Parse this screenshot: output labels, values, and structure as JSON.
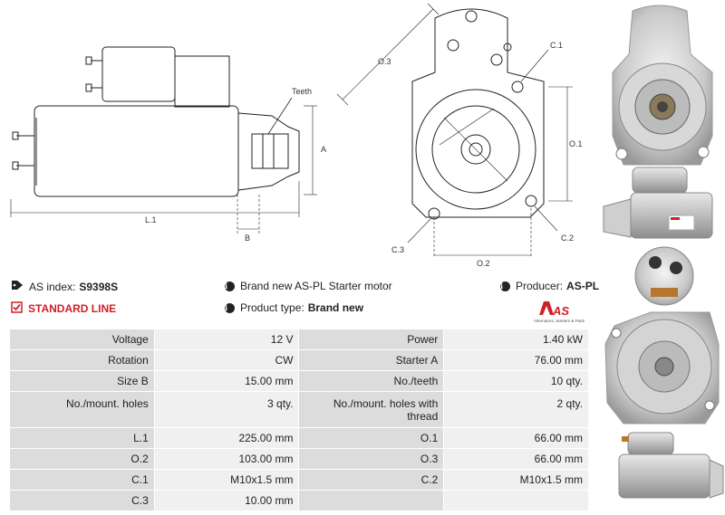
{
  "drawing": {
    "labels": {
      "teeth": "Teeth",
      "a": "A",
      "l1": "L.1",
      "b": "B",
      "o3": "O.3",
      "c1": "C.1",
      "o1": "O.1",
      "c3": "C.3",
      "c2": "C.2",
      "o2": "O.2"
    }
  },
  "info": {
    "as_index_label": "AS index:",
    "as_index_value": "S9398S",
    "standard_line": "STANDARD LINE",
    "description": "Brand new AS-PL Starter motor",
    "product_type_label": "Product type:",
    "product_type_value": "Brand new",
    "producer_label": "Producer:",
    "producer_value": "AS-PL",
    "logo_text": "AS",
    "logo_tagline": "Alternators, Starters & Parts"
  },
  "specs": [
    [
      "Voltage",
      "12 V",
      "Power",
      "1.40 kW"
    ],
    [
      "Rotation",
      "CW",
      "Starter A",
      "76.00 mm"
    ],
    [
      "Size B",
      "15.00 mm",
      "No./teeth",
      "10 qty."
    ],
    [
      "No./mount. holes",
      "3 qty.",
      "No./mount. holes with thread",
      "2 qty."
    ],
    [
      "L.1",
      "225.00 mm",
      "O.1",
      "66.00 mm"
    ],
    [
      "O.2",
      "103.00 mm",
      "O.3",
      "66.00 mm"
    ],
    [
      "C.1",
      "M10x1.5 mm",
      "C.2",
      "M10x1.5 mm"
    ],
    [
      "C.3",
      "10.00 mm",
      "",
      ""
    ]
  ],
  "colors": {
    "accent": "#d11f26",
    "key_cell": "#dcdcdc",
    "value_cell": "#f0f0f0"
  }
}
